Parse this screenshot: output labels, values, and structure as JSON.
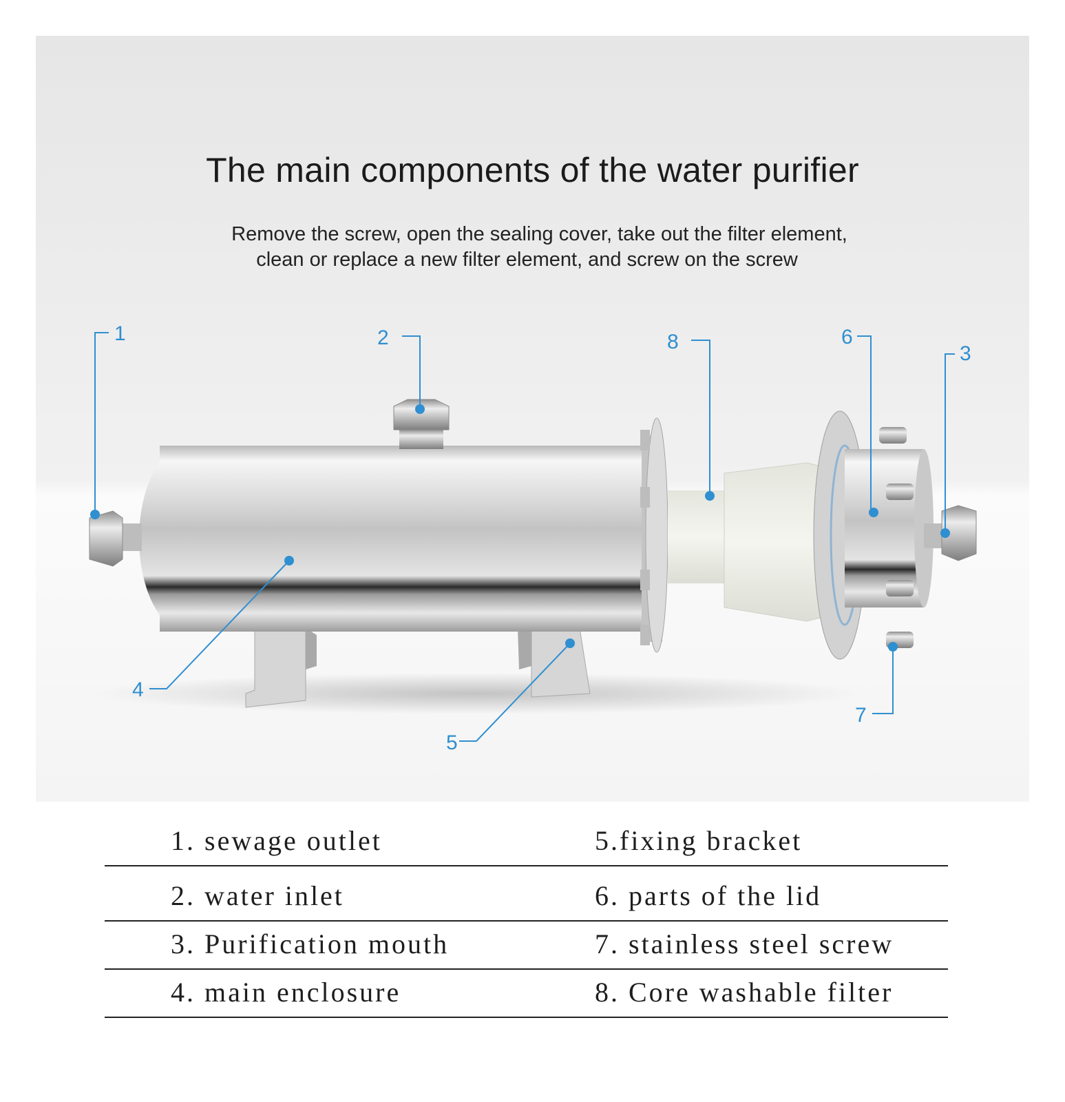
{
  "title": "The main components of the water purifier",
  "subtitle": {
    "line1": "Remove the screw, open the sealing cover, take out the filter element,",
    "line2": "clean or replace a new filter element, and screw on the screw"
  },
  "callouts": [
    "1",
    "2",
    "3",
    "4",
    "5",
    "6",
    "7",
    "8"
  ],
  "legend": [
    {
      "left": "1.  sewage outlet",
      "right": "5.fixing bracket"
    },
    {
      "left": "2.  water inlet",
      "right": "6.  parts of the lid"
    },
    {
      "left": "3.  Purification mouth",
      "right": "7.  stainless steel screw"
    },
    {
      "left": "4.  main enclosure",
      "right": "8.  Core washable filter"
    }
  ],
  "colors": {
    "callout": "#2f8fd0",
    "background": "#eeeeee",
    "steel": "#c8c8c8"
  }
}
